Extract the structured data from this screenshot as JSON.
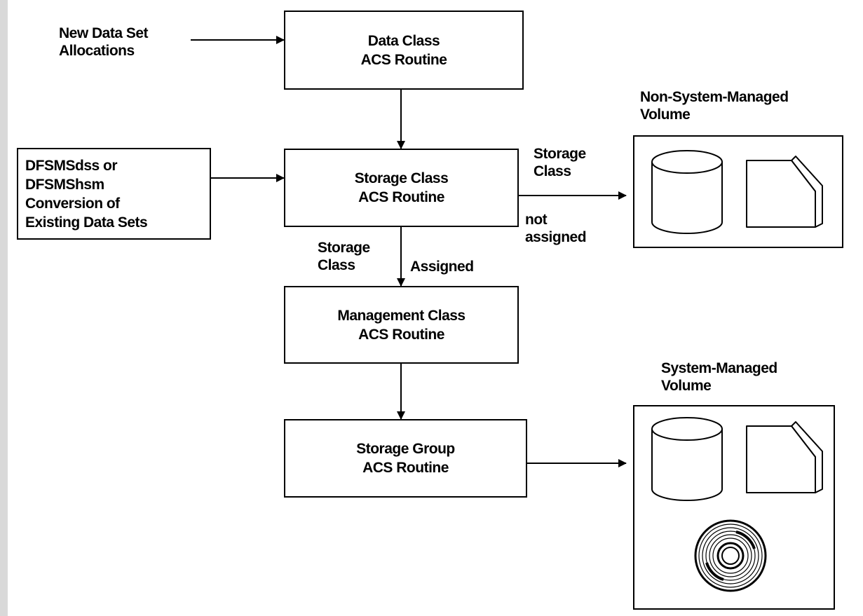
{
  "diagram": {
    "inputs": {
      "new_allocations": [
        "New Data Set",
        "Allocations"
      ],
      "conversion": [
        "DFSMSdss or",
        "DFSMShsm",
        "Conversion of",
        "Existing Data Sets"
      ]
    },
    "routines": {
      "data_class": [
        "Data Class",
        "ACS Routine"
      ],
      "storage_class": [
        "Storage Class",
        "ACS Routine"
      ],
      "management_class": [
        "Management Class",
        "ACS Routine"
      ],
      "storage_group": [
        "Storage Group",
        "ACS Routine"
      ]
    },
    "edge_labels": {
      "storage_class_not_assigned": [
        "Storage",
        "Class",
        "not",
        "assigned"
      ],
      "storage_class_assigned": [
        "Storage",
        "Class"
      ],
      "assigned": "Assigned"
    },
    "volumes": {
      "non_system_managed": [
        "Non-System-Managed",
        "Volume"
      ],
      "system_managed": [
        "System-Managed",
        "Volume"
      ]
    },
    "icons": {
      "non_system_managed": [
        "dasd-cylinder-icon",
        "tape-cartridge-icon"
      ],
      "system_managed": [
        "dasd-cylinder-icon",
        "tape-cartridge-icon",
        "optical-disk-icon"
      ]
    }
  }
}
